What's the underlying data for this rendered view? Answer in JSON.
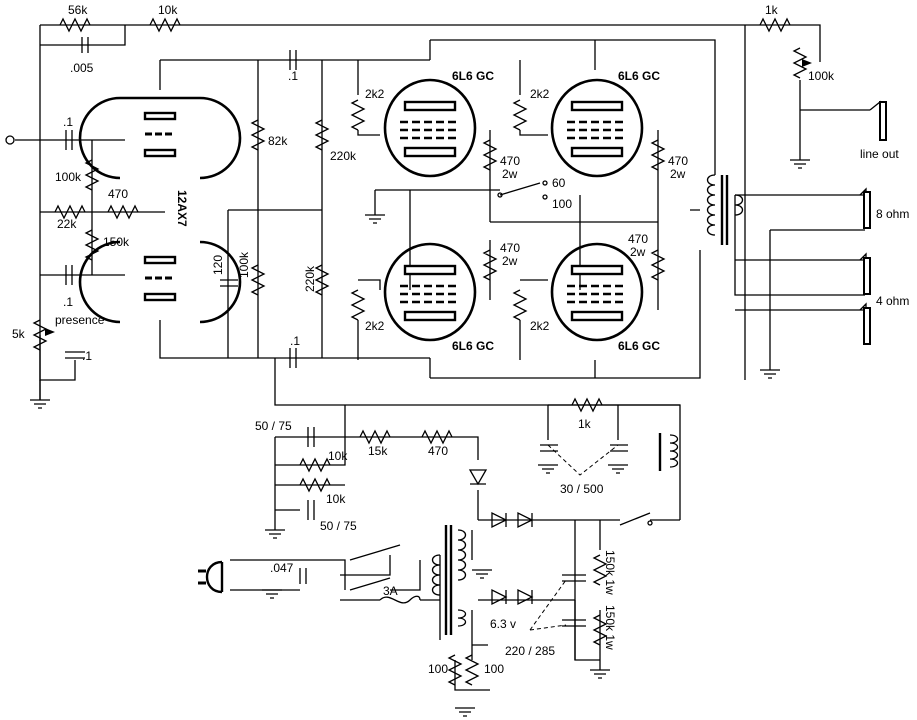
{
  "schematic": {
    "tubes": {
      "preamp": "12AX7",
      "power": [
        "6L6 GC",
        "6L6 GC",
        "6L6 GC",
        "6L6 GC"
      ]
    },
    "labels": {
      "r_56k": "56k",
      "r_10k_top": "10k",
      "c_005": ".005",
      "c_in1": ".1",
      "c_in2": ".1",
      "r_100k": "100k",
      "r_470_bias": "470",
      "r_22k": "22k",
      "r_150k": "150k",
      "pot_5k": "5k",
      "presence": "presence",
      "c_presence": ".1",
      "c_120": "120",
      "r_100k_b": "100k",
      "r_82k": "82k",
      "r_220k_a": "220k",
      "r_220k_b": "220k",
      "c_cp1": ".1",
      "c_cp2": ".1",
      "r_2k2_1": "2k2",
      "r_2k2_2": "2k2",
      "r_2k2_3": "2k2",
      "r_2k2_4": "2k2",
      "r_470_1": "470",
      "r_470_2": "470",
      "r_470_3": "470",
      "r_470_4": "470",
      "w2_1": "2w",
      "w2_2": "2w",
      "w2_3": "2w",
      "w2_4": "2w",
      "sw_60": "60",
      "sw_100": "100",
      "r_1k_top": "1k",
      "pot_100k": "100k",
      "line_out": "line out",
      "ohm8": "8 ohm",
      "ohm4": "4 ohm",
      "c_50_75_a": "50 / 75",
      "r_10k_a": "10k",
      "r_15k": "15k",
      "r_470_supply": "470",
      "r_10k_b": "10k",
      "c_50_75_b": "50 / 75",
      "r_1k_filter": "1k",
      "c_30_500": "30 / 500",
      "c_047": ".047",
      "fuse_3a": "3A",
      "v_63": "6.3 v",
      "r_100_a": "100",
      "r_100_b": "100",
      "c_220_285": "220 / 285",
      "r_150k_1w_a": "150k 1w",
      "r_150k_1w_b": "150k 1w"
    }
  }
}
